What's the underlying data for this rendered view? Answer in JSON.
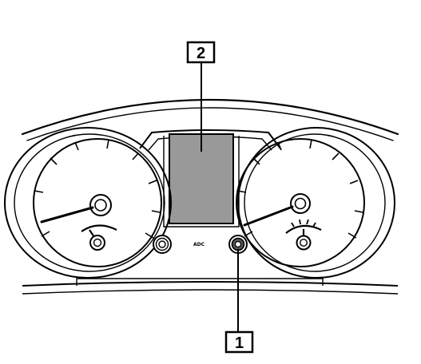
{
  "callouts": [
    {
      "id": "1",
      "label": "1"
    },
    {
      "id": "2",
      "label": "2"
    }
  ],
  "cluster": {
    "center_label": "ADC"
  },
  "colors": {
    "line": "#000000",
    "display_fill": "#999999",
    "background": "#ffffff"
  }
}
